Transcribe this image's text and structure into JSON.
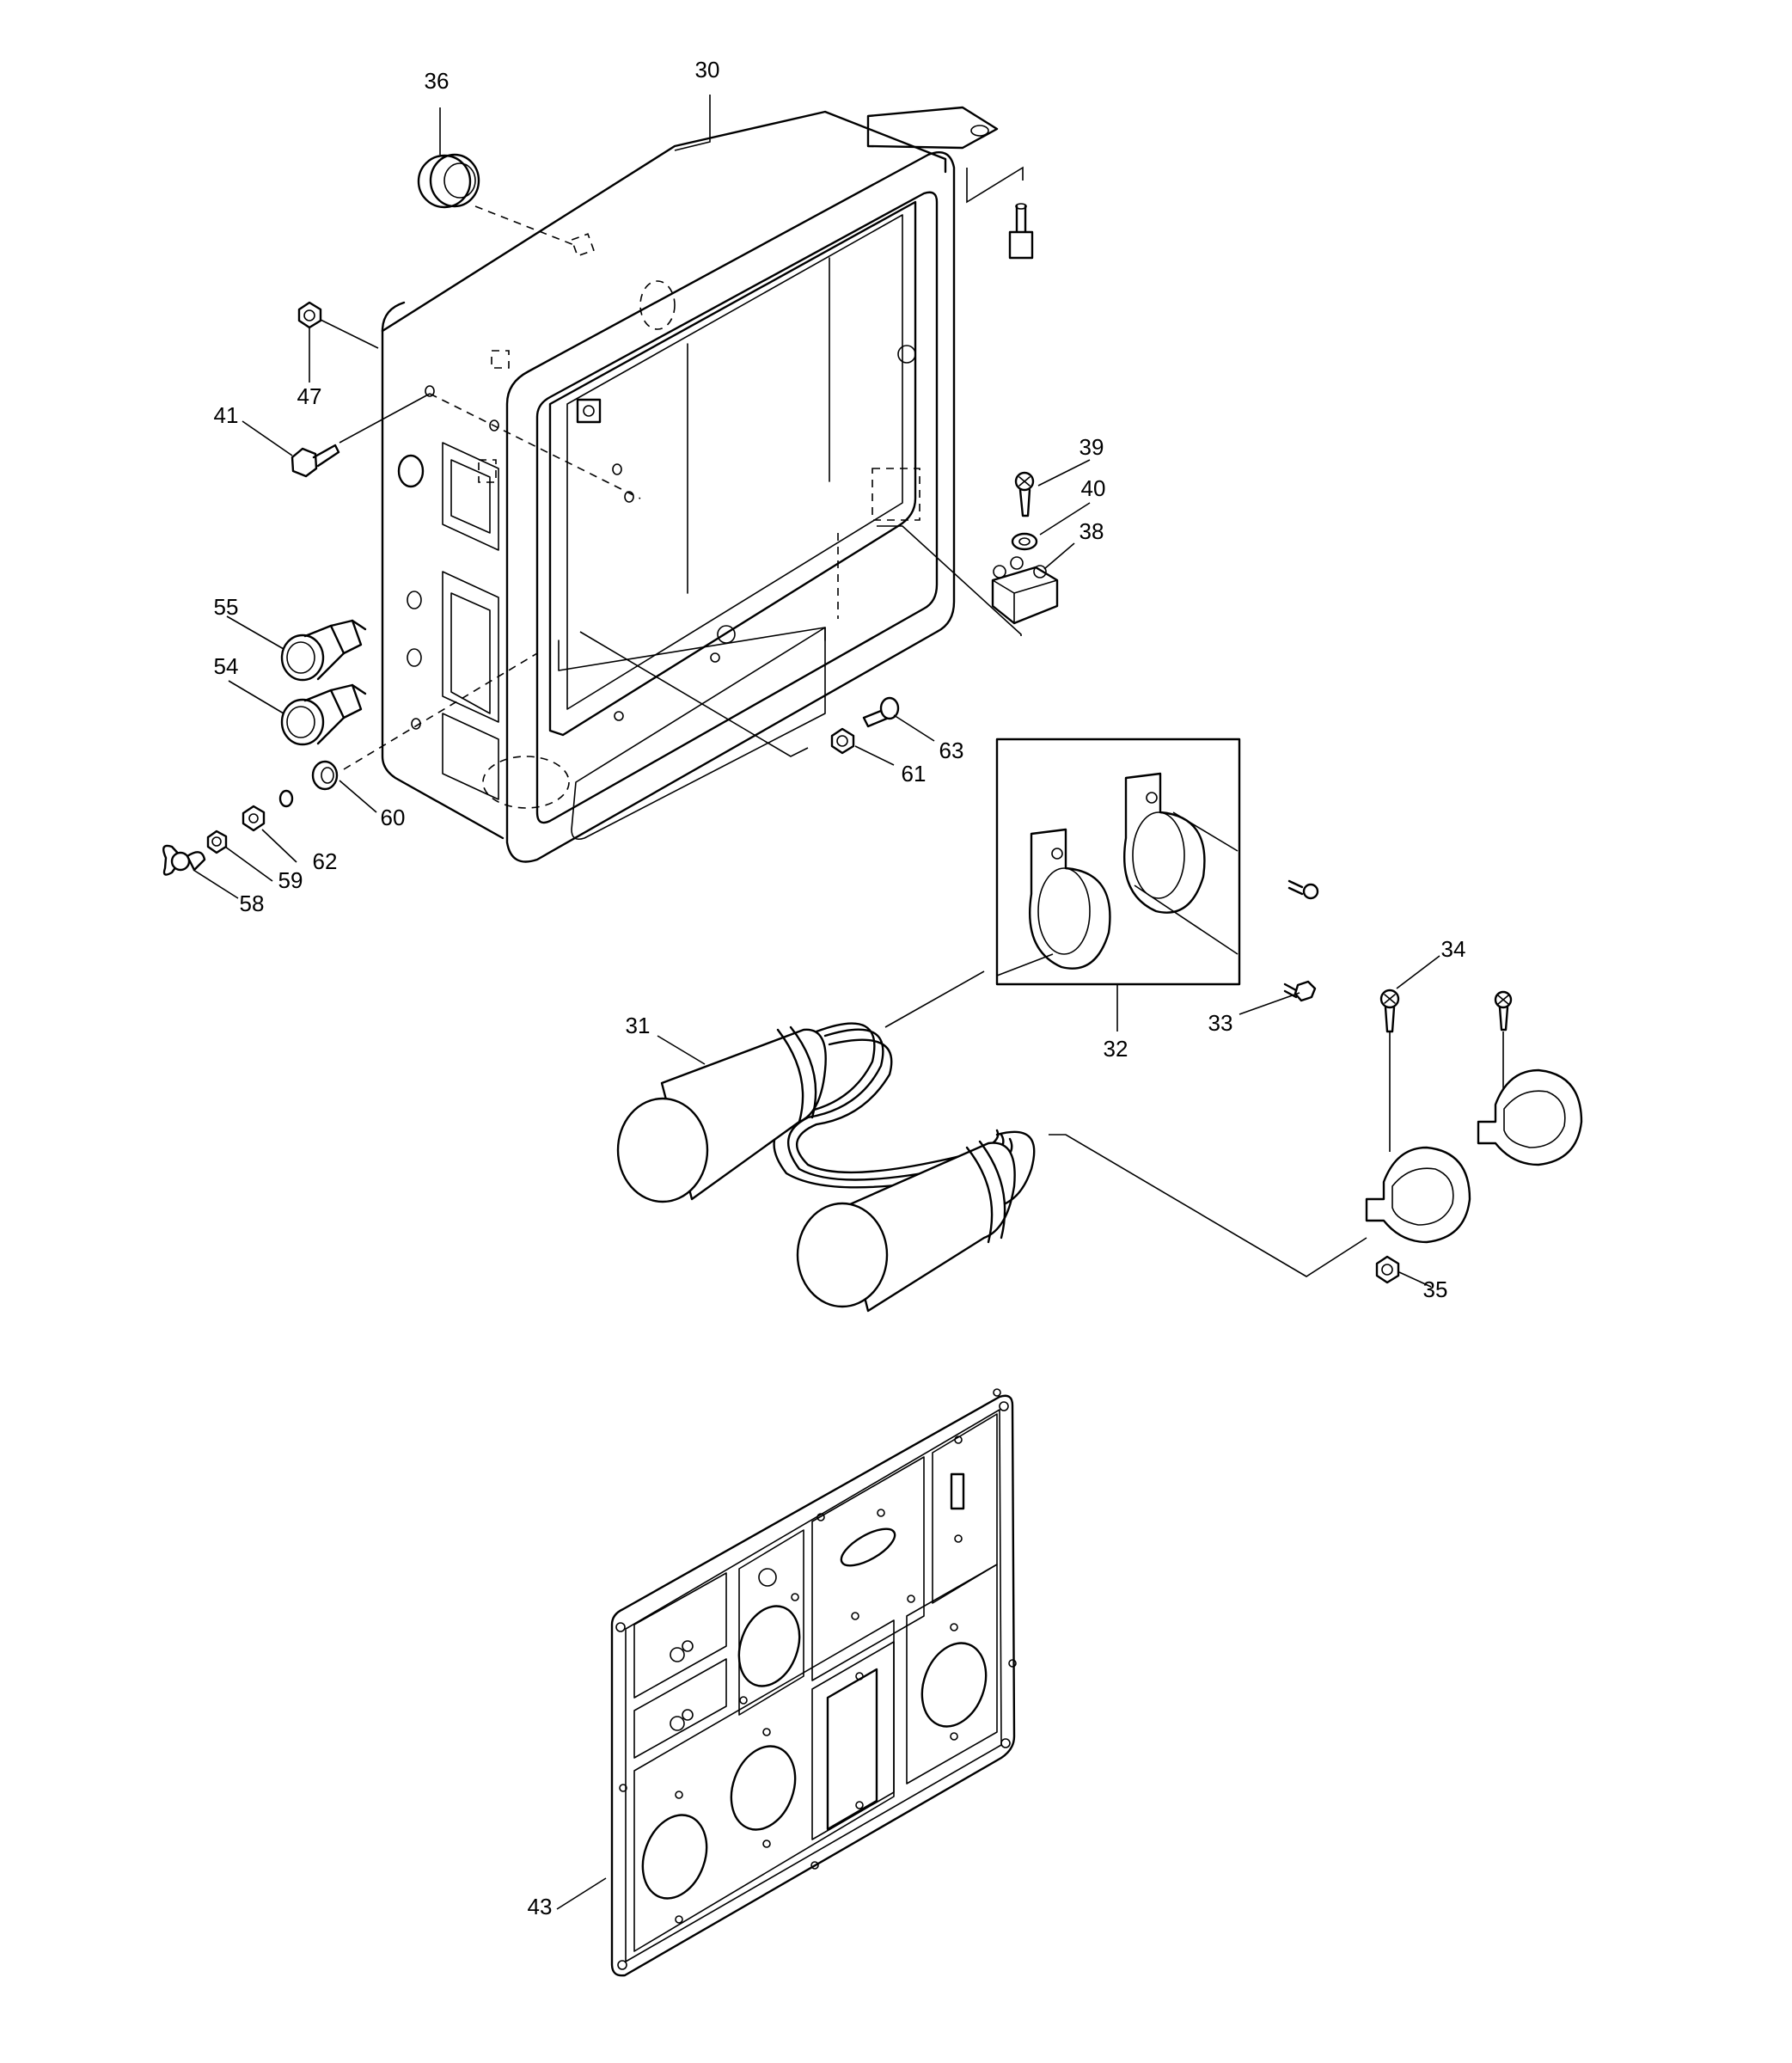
{
  "parts": [
    {
      "id": "p30",
      "number": "30"
    },
    {
      "id": "p31",
      "number": "31"
    },
    {
      "id": "p32",
      "number": "32"
    },
    {
      "id": "p33",
      "number": "33"
    },
    {
      "id": "p34",
      "number": "34"
    },
    {
      "id": "p35",
      "number": "35"
    },
    {
      "id": "p36",
      "number": "36"
    },
    {
      "id": "p38",
      "number": "38"
    },
    {
      "id": "p39",
      "number": "39"
    },
    {
      "id": "p40",
      "number": "40"
    },
    {
      "id": "p41",
      "number": "41"
    },
    {
      "id": "p43",
      "number": "43"
    },
    {
      "id": "p47",
      "number": "47"
    },
    {
      "id": "p54",
      "number": "54"
    },
    {
      "id": "p55",
      "number": "55"
    },
    {
      "id": "p58",
      "number": "58"
    },
    {
      "id": "p59",
      "number": "59"
    },
    {
      "id": "p60",
      "number": "60"
    },
    {
      "id": "p61",
      "number": "61"
    },
    {
      "id": "p62",
      "number": "62"
    },
    {
      "id": "p63",
      "number": "63"
    }
  ]
}
